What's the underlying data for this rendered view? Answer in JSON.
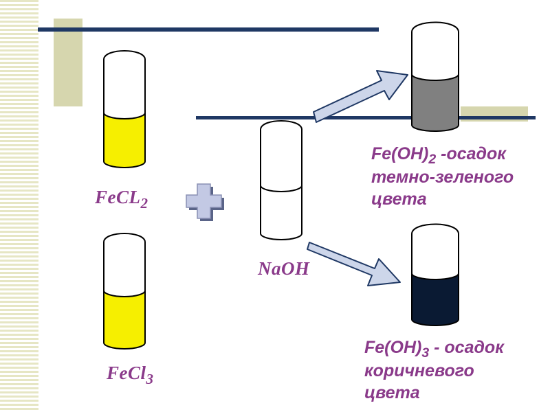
{
  "labels": {
    "fecl2": {
      "base": "FeCL",
      "sub": "2"
    },
    "fecl3": {
      "base": "FeCl",
      "sub": "3"
    },
    "naoh": "NaOH",
    "fe_oh_2": {
      "formula": "Fe(OH)",
      "sub": "2",
      "rest_line1": " -осадок",
      "line2": "темно-зеленого",
      "line3": "цвета"
    },
    "fe_oh_3": {
      "formula": "Fe(OH)",
      "sub": "3",
      "rest_line1": " - осадок",
      "line2": "коричневого",
      "line3": "цвета"
    }
  },
  "colors": {
    "label_text": "#8a3a8a",
    "stripe": "#e6e6c4",
    "rule_line": "#1f3864",
    "accent_block": "#d6d6ae",
    "yellow_liquid": "#f6ef00",
    "dark_green_precipitate": "#808080",
    "brown_precipitate": "#0a1a33",
    "arrow_fill": "#cdd6ea",
    "arrow_stroke": "#1f3864",
    "plus_fill": "#c3c9e4",
    "plus_shadow": "#5a6488"
  },
  "icons": [
    "plus-icon",
    "arrow-right-up-icon",
    "arrow-right-down-icon",
    "test-tube-icon"
  ]
}
